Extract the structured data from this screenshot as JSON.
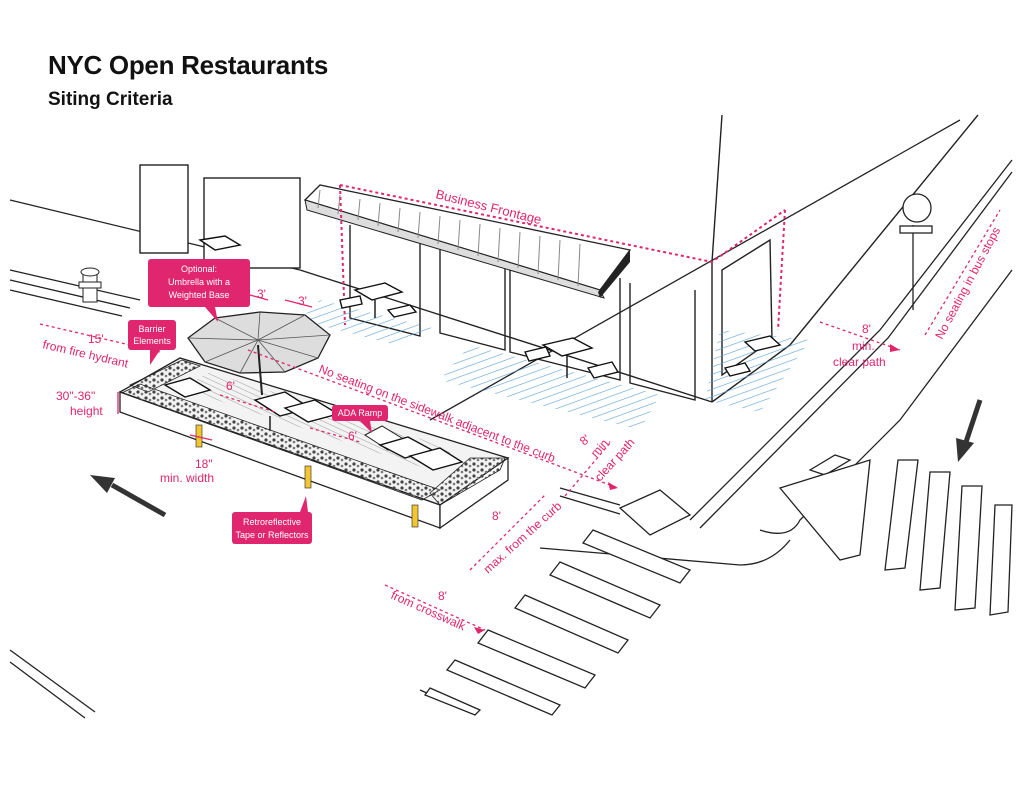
{
  "title": "NYC Open Restaurants",
  "subtitle": "Siting Criteria",
  "colors": {
    "accent": "#e0266e",
    "hatch": "#5aa0d6",
    "reflector": "#f2c531",
    "line": "#222222"
  },
  "labels": {
    "business_frontage": "Business Frontage",
    "clear_3a": "3'",
    "clear_3b": "3'",
    "fire_hydrant_15": "15'",
    "fire_hydrant_text": "from fire hydrant",
    "height_value": "30\"-36\"",
    "height_text": "height",
    "width_value": "18\"",
    "width_text": "min. width",
    "aisle_6a": "6'",
    "aisle_6b": "6'",
    "no_seating_curb": "No seating on the sidewalk adjacent to the curb",
    "clear_path_8": "8'",
    "clear_path_text1": "min.",
    "clear_path_text2": "clear path",
    "diag_clear_8": "8'",
    "diag_clear_text1": "min.",
    "diag_clear_text2": "clear path",
    "max_curb_8": "8'",
    "max_curb_text": "max. from the curb",
    "crosswalk_8": "8'",
    "crosswalk_text": "from crosswalk",
    "bus_stops": "No seating in bus stops"
  },
  "callouts": {
    "umbrella": [
      "Optional:",
      "Umbrella with a",
      "Weighted Base"
    ],
    "barrier": [
      "Barrier",
      "Elements"
    ],
    "ada_ramp": [
      "ADA Ramp"
    ],
    "retroreflective": [
      "Retroreflective",
      "Tape or Reflectors"
    ]
  }
}
